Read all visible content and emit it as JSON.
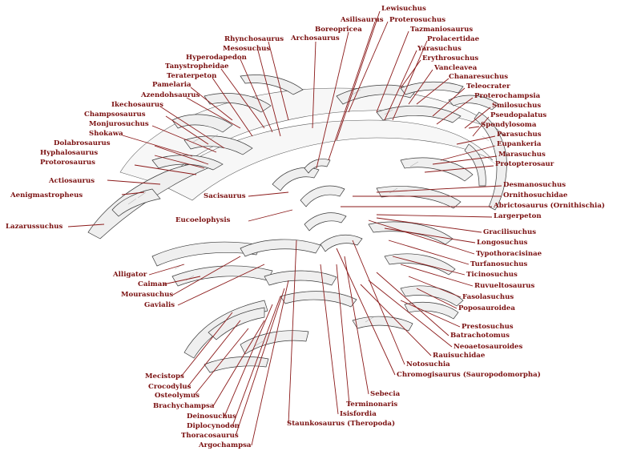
{
  "diagram": {
    "type": "cladogram-silhouette-figure",
    "label_color": "#7a1010",
    "labels": [
      "Lewisuchus",
      "Asilisaurus",
      "Proterosuchus",
      "Boreopricea",
      "Tazmaniosaurus",
      "Rhynchosaurus",
      "Archosaurus",
      "Prolacertidae",
      "Mesosuchus",
      "Yarasuchus",
      "Hyperodapedon",
      "Erythrosuchus",
      "Tanystropheidae",
      "Vancleavea",
      "Teraterpeton",
      "Chanaresuchus",
      "Pamelaria",
      "Teleocrater",
      "Azendohsaurus",
      "Proterochampsia",
      "Ikechosaurus",
      "Smilosuchus",
      "Champsosaurus",
      "Pseudopalatus",
      "Monjurosuchus",
      "Spondylosoma",
      "Shokawa",
      "Parasuchus",
      "Dolabrosaurus",
      "Eupankeria",
      "Hyphalosaurus",
      "Marasuchus",
      "Protorosaurus",
      "Protopterosaur",
      "Actiosaurus",
      "Desmanosuchus",
      "Aenigmastropheus",
      "Sacisaurus",
      "Ornithosuchidae",
      "Abrictosaurus (Ornithischia)",
      "Eucoelophysis",
      "Largerpeton",
      "Lazarussuchus",
      "Gracilisuchus",
      "Longosuchus",
      "Typothoracisinae",
      "Turfanosuchus",
      "Alligator",
      "Ticinosuchus",
      "Caiman",
      "Ruvueltosaurus",
      "Mourasuchus",
      "Gavialis",
      "Fasolasuchus",
      "Poposauroidea",
      "Prestosuchus",
      "Batrachotomus",
      "Neoaetosauroides",
      "Rauisuchidae",
      "Mecistops",
      "Notosuchia",
      "Crocodylus",
      "Chromogisaurus (Sauropodomorpha)",
      "Osteolymus",
      "Brachychampsa",
      "Sebecia",
      "Terminonaris",
      "Deinosuchus",
      "Isisfordia",
      "Diplocynodon",
      "Staunkosaurus (Theropoda)",
      "Thoracosaurus",
      "Argochampsa"
    ]
  }
}
